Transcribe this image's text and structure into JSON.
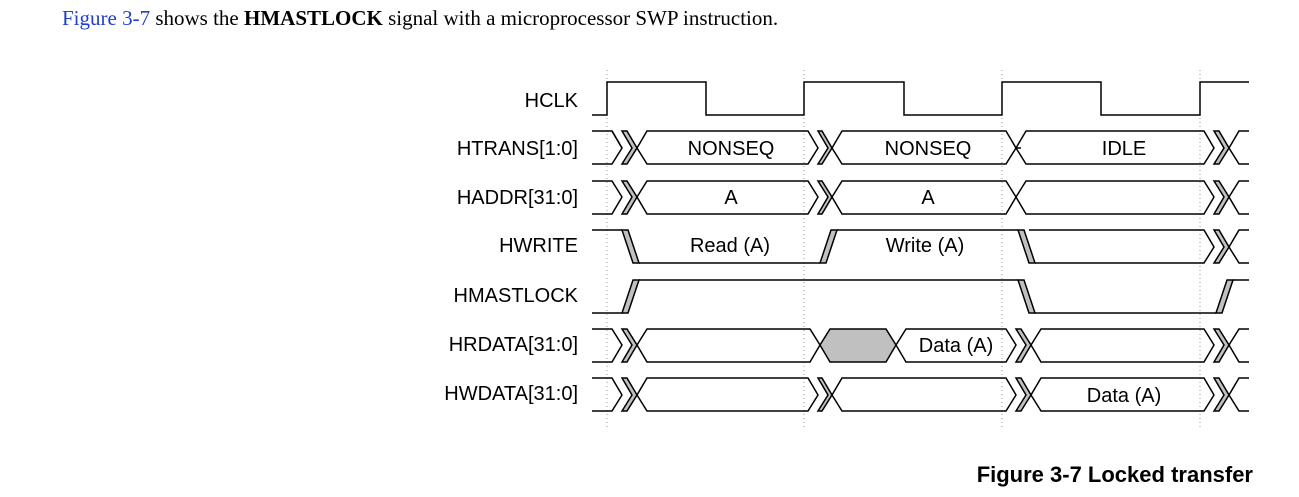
{
  "intro": {
    "link_text": "Figure 3-7",
    "text_before_signal": " shows the ",
    "signal": "HMASTLOCK",
    "text_after_signal": " signal with a microprocessor SWP instruction."
  },
  "caption": "Figure 3-7 Locked transfer",
  "colors": {
    "link": "#1f3fcf",
    "shade": "#c0c0c0",
    "line": "#000000",
    "dotted": "#999999"
  },
  "signals": [
    {
      "name": "HCLK"
    },
    {
      "name": "HTRANS[1:0]",
      "values": [
        "NONSEQ",
        "NONSEQ",
        "IDLE"
      ]
    },
    {
      "name": "HADDR[31:0]",
      "values": [
        "A",
        "A"
      ]
    },
    {
      "name": "HWRITE",
      "values": [
        "Read (A)",
        "Write (A)"
      ]
    },
    {
      "name": "HMASTLOCK"
    },
    {
      "name": "HRDATA[31:0]",
      "values": [
        "Data (A)"
      ]
    },
    {
      "name": "HWDATA[31:0]",
      "values": [
        "Data (A)"
      ]
    }
  ]
}
